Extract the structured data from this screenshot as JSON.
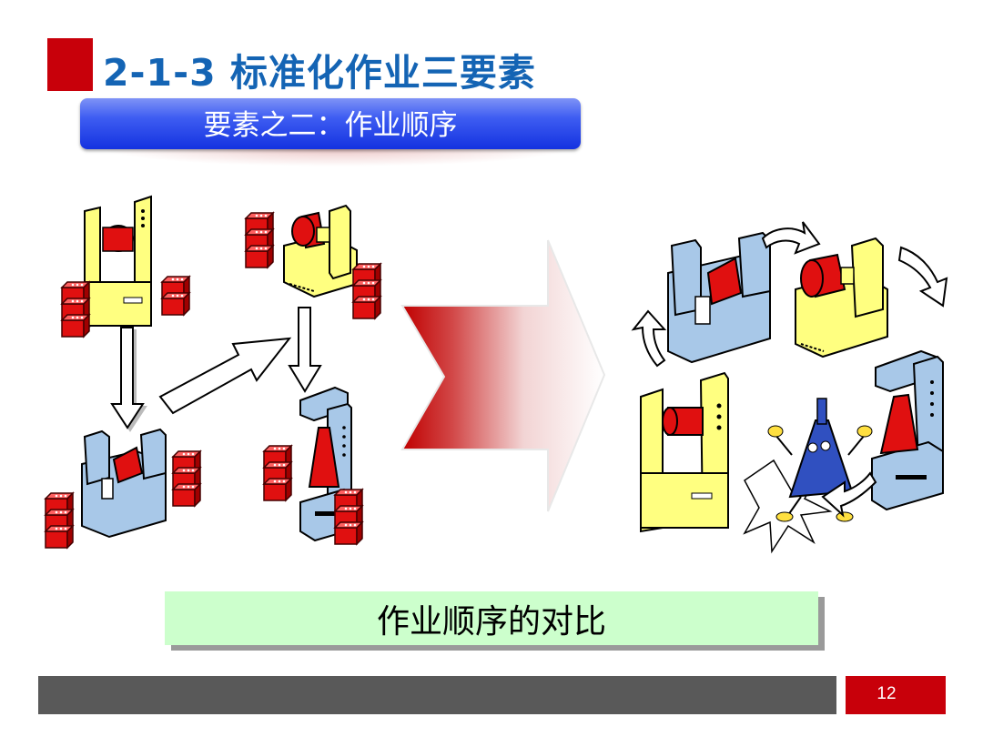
{
  "slide": {
    "title": "2-1-3 标准化作业三要素",
    "subtitle": "要素之二：作业顺序",
    "caption": "作业顺序的对比",
    "page_number": "12"
  },
  "colors": {
    "accent_red": "#c8000a",
    "title_blue": "#1464b4",
    "subtitle_blue": "#1432e0",
    "caption_green": "#ccffcc",
    "footer_gray": "#595959",
    "machine_yellow": "#ffff80",
    "machine_blue": "#a8c8e8",
    "part_red": "#e01010"
  },
  "icons": {
    "left_group": [
      "machine-yellow-icon",
      "machine-yellow-icon",
      "machine-blue-icon",
      "machine-press-icon",
      "parts-stack-icon",
      "flow-arrow-icon"
    ],
    "center": "big-transition-arrow-icon",
    "right_group": [
      "machine-blue-icon",
      "machine-yellow-icon",
      "machine-yellow-icon",
      "machine-press-icon",
      "worker-cone-icon",
      "cycle-arrow-icon"
    ]
  }
}
